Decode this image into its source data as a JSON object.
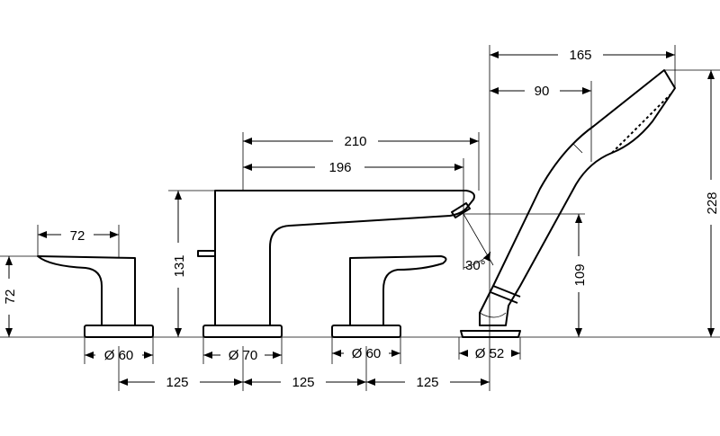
{
  "dimensions": {
    "left_handle_width": "72",
    "left_handle_height": "72",
    "left_base_diameter": "Ø 60",
    "spout_height": "131",
    "spout_reach_outer": "210",
    "spout_reach_inner": "196",
    "spout_base_diameter": "Ø 70",
    "right_base_diameter": "Ø 60",
    "shower_base_diameter": "Ø 52",
    "spacing_1": "125",
    "spacing_2": "125",
    "spacing_3": "125",
    "shower_reach_total": "165",
    "shower_reach_mid": "90",
    "shower_total_height": "228",
    "spout_outlet_height": "109",
    "spout_angle": "30°"
  }
}
